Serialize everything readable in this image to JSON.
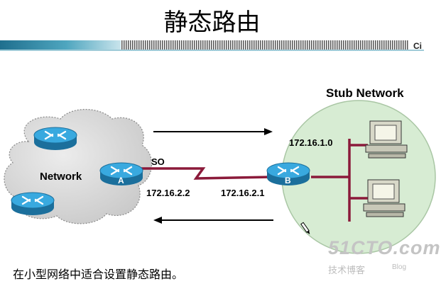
{
  "title": "静态路由",
  "header_mark": "Ci",
  "labels": {
    "stub_network": "Stub Network",
    "network": "Network",
    "interface_s0": "SO",
    "router_a": "A",
    "router_b": "B",
    "ip_a": "172.16.2.2",
    "ip_b": "172.16.2.1",
    "ip_stub": "172.16.1.0"
  },
  "caption": "在小型网络中适合设置静态路由。",
  "watermark": {
    "logo": "51CTO.com",
    "sub": "技术博客",
    "blog": "Blog"
  },
  "colors": {
    "header_stripe": "#3d8ea8",
    "link": "#8b1a3a",
    "stub_fill": "#d6ecd2",
    "cloud_fill": "#d9d9d9",
    "router_fill": "#2e9fd6"
  }
}
